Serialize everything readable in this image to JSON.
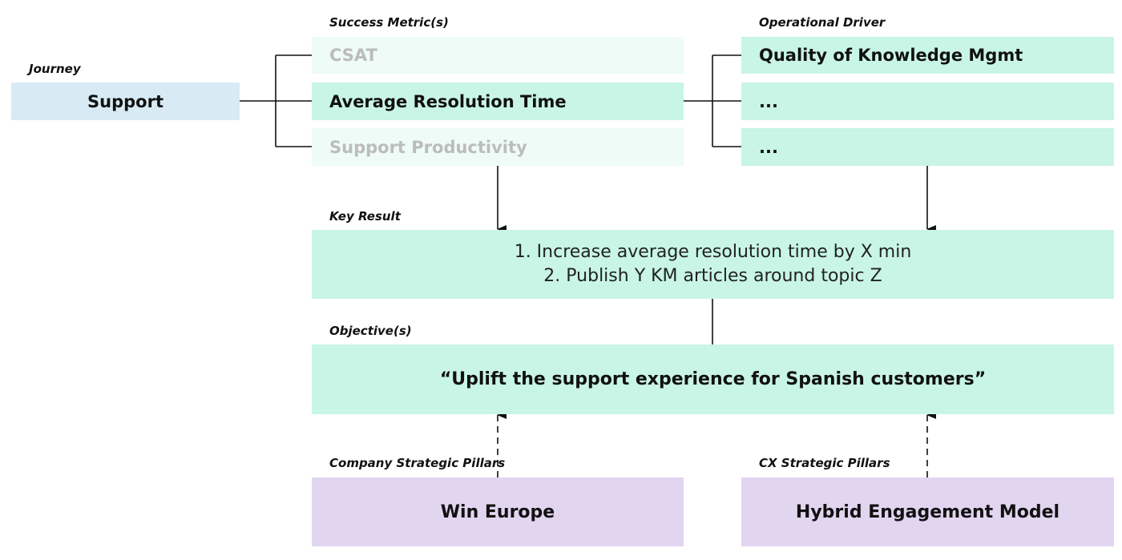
{
  "section_labels": {
    "journey": "Journey",
    "success_metrics": "Success Metric(s)",
    "operational_driver": "Operational Driver",
    "key_result": "Key Result",
    "objectives": "Objective(s)",
    "company_pillars": "Company Strategic Pillars",
    "cx_pillars": "CX Strategic Pillars"
  },
  "journey": {
    "label": "Support"
  },
  "success_metrics": [
    {
      "label": "CSAT",
      "state": "faded"
    },
    {
      "label": "Average Resolution Time",
      "state": "selected"
    },
    {
      "label": "Support Productivity",
      "state": "faded"
    }
  ],
  "operational_drivers": [
    {
      "label": "Quality of Knowledge Mgmt"
    },
    {
      "label": "..."
    },
    {
      "label": "..."
    }
  ],
  "key_result": {
    "line1": "1. Increase average resolution time by X min",
    "line2": "2. Publish Y KM articles around topic Z"
  },
  "objective": {
    "label": "“Uplift the support experience for Spanish customers”"
  },
  "pillars": {
    "company": "Win Europe",
    "cx": "Hybrid Engagement Model"
  },
  "colors": {
    "mint": "#c8f5e6",
    "mint_faint": "#eefbf6",
    "blue": "#d8ebf4",
    "purple": "#e2d5f0",
    "faded_text": "#bcbcbc"
  }
}
